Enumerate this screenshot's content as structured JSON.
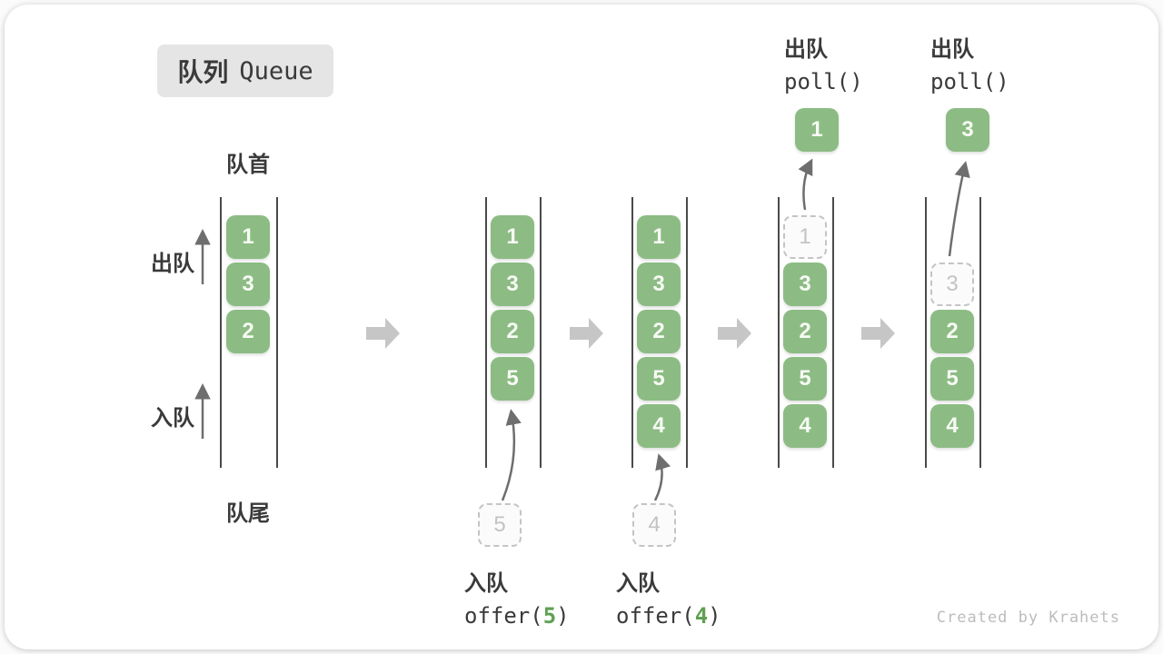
{
  "title": {
    "zh": "队列",
    "en": "Queue"
  },
  "side_labels": {
    "front": "队首",
    "rear": "队尾",
    "dequeue": "出队",
    "enqueue": "入队"
  },
  "columns": [
    {
      "boxes": [
        "1",
        "3",
        "2"
      ]
    },
    {
      "boxes": [
        "1",
        "3",
        "2",
        "5"
      ],
      "incoming_value": "5"
    },
    {
      "boxes": [
        "1",
        "3",
        "2",
        "5",
        "4"
      ],
      "incoming_value": "4"
    },
    {
      "removed_value": "1",
      "boxes": [
        "3",
        "2",
        "5",
        "4"
      ],
      "outgoing_value": "1"
    },
    {
      "removed_value": "3",
      "boxes": [
        "2",
        "5",
        "4"
      ],
      "outgoing_value": "3"
    }
  ],
  "operations": {
    "enqueue_5": {
      "label_zh": "入队",
      "code_before": "offer(",
      "code_arg": "5",
      "code_after": ")"
    },
    "enqueue_4": {
      "label_zh": "入队",
      "code_before": "offer(",
      "code_arg": "4",
      "code_after": ")"
    },
    "poll_first": {
      "label_zh": "出队",
      "code": "poll()"
    },
    "poll_second": {
      "label_zh": "出队",
      "code": "poll()"
    }
  },
  "watermark": "Created by Krahets",
  "colors": {
    "box_green": "#8cbc84",
    "code_arg_green": "#5fa052",
    "ghost_gray": "#c4c4c4",
    "block_arrow_gray": "#c6c6c6",
    "wall_dark": "#4a4a4a",
    "curve_arrow_gray": "#6e6e6e",
    "badge_bg": "#e5e5e5"
  }
}
